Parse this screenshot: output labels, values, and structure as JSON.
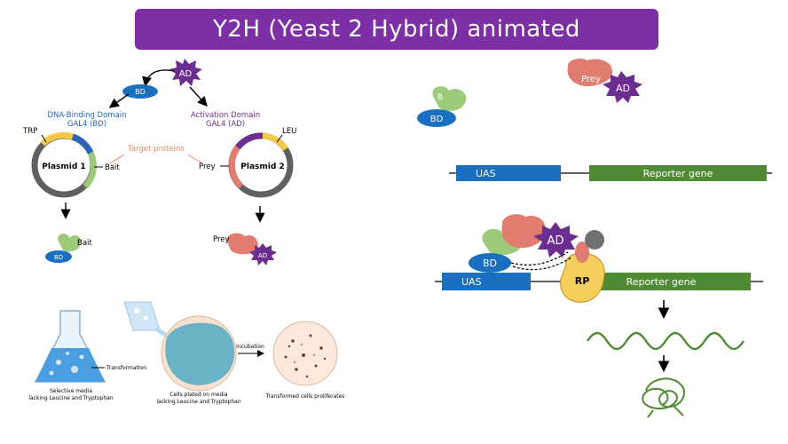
{
  "title": "Y2H (Yeast 2 Hybrid) animated",
  "labels": {
    "ad": "AD",
    "bd": "BD",
    "b": "B",
    "prey": "Prey",
    "bait": "Bait",
    "dna_binding_line1": "DNA-Binding Domain",
    "dna_binding_line2": "GAL4 (BD)",
    "activation_line1": "Activation Domain",
    "activation_line2": "GAL4 (AD)",
    "trp": "TRP",
    "leu": "LEU",
    "target_proteins": "Target proteins",
    "plasmid1": "Plasmid 1",
    "plasmid2": "Plasmid 2",
    "transformation": "Transformation",
    "incubation": "Incubation",
    "selective_media_line1": "Selective media",
    "selective_media_line2": "lacking Leucine and Tryptophan",
    "cells_plated_line1": "Cells plated on media",
    "cells_plated_line2": "lacking Leucine and Tryptophan",
    "transformed": "Transformed cells proliferates",
    "uas": "UAS",
    "reporter_gene": "Reporter gene",
    "rp": "RP"
  },
  "colors": {
    "banner": "#7d2fa6",
    "ad": "#6b2d8f",
    "bd": "#1a6fc0",
    "bait": "#9cc97a",
    "prey": "#e07d70",
    "uas": "#1a6fc0",
    "reporter": "#4f8a34",
    "rp": "#f5cd5a",
    "trp_segment": "#f5c94a",
    "leu_segment": "#f5c94a",
    "plasmid_ring": "#606060"
  }
}
